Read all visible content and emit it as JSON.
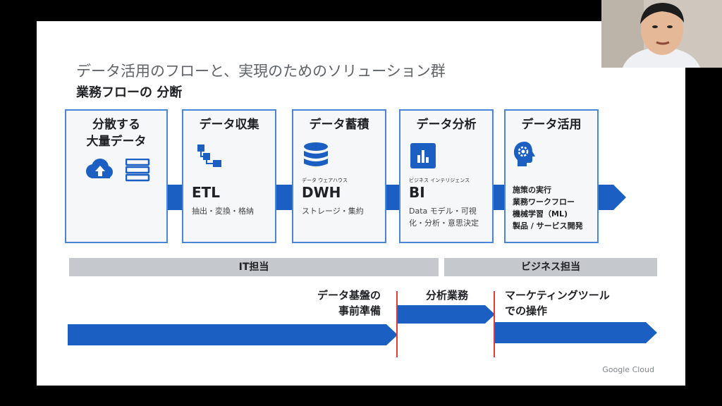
{
  "slide": {
    "title": "データ活用のフローと、実現のためのソリューション群",
    "subtitle": "業務フローの 分断",
    "boxes": [
      {
        "title": "分散する\n大量データ",
        "icons": [
          "cloud-upload-icon",
          "server-icon"
        ]
      },
      {
        "title": "データ収集",
        "icon": "etl-flow-icon",
        "acronym": "ETL",
        "desc": "抽出・変換・格納"
      },
      {
        "title": "データ蓄積",
        "icon": "database-icon",
        "small": "データ ウェアハウス",
        "acronym": "DWH",
        "desc": "ストレージ・集約"
      },
      {
        "title": "データ分析",
        "icon": "bar-chart-icon",
        "small": "ビジネス インテリジェンス",
        "acronym": "BI",
        "desc": "Data モデル・可視\n化・分析・意思決定"
      },
      {
        "title": "データ活用",
        "icon": "head-gear-icon",
        "items": [
          "施策の実行",
          "業務ワークフロー",
          "機械学習（ML)",
          "製品 / サービス開発"
        ]
      }
    ],
    "bars": {
      "it": "IT担当",
      "biz": "ビジネス担当"
    },
    "flow_labels": {
      "prep": "データ基盤の\n事前準備",
      "analysis": "分析業務",
      "marketing": "マーケティングツール\nでの操作"
    },
    "brand": "Google Cloud",
    "colors": {
      "blue": "#1a5fc1",
      "border": "#4a86d8",
      "red": "#e53935",
      "gray": "#c5c8cc"
    }
  }
}
